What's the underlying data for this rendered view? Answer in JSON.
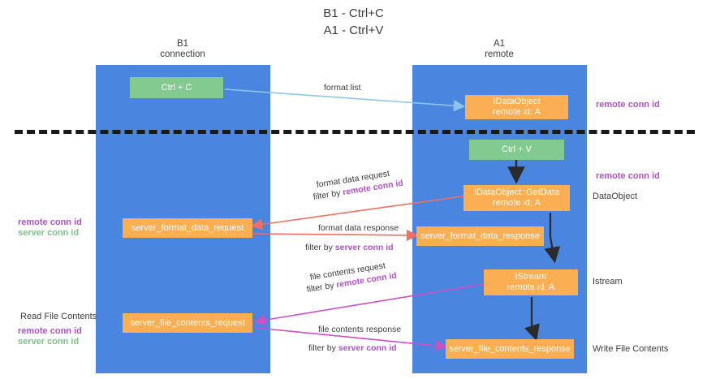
{
  "title": {
    "line1": "B1 - Ctrl+C",
    "line2": "A1 - Ctrl+V"
  },
  "columns": [
    {
      "name": "B1",
      "role": "connection"
    },
    {
      "name": "A1",
      "role": "remote"
    }
  ],
  "colors": {
    "lane": "#4a86df",
    "green_node": "#82ca8f",
    "orange_node": "#fbae52",
    "purple_tag": "#b050c8",
    "green_tag": "#7dc08c",
    "divider": "#1a1a1a",
    "arrow_blue": "#8fc4ea",
    "arrow_red": "#ee6f63",
    "arrow_magenta": "#cc4fc6",
    "arrow_dark": "#2b2b2b"
  },
  "nodes": {
    "ctrl_c": "Ctrl + C",
    "ctrl_v": "Ctrl + V",
    "idataobject": {
      "title": "IDataObject",
      "sub": "remote id: A"
    },
    "getdata": {
      "title": "IDataObject::GetData",
      "sub": "remote id: A"
    },
    "istream": {
      "title": "IStream",
      "sub": "remote id: A"
    },
    "server_format_data_request": "server_format_data_request",
    "server_format_data_response": "server_format_data_response",
    "server_file_contents_request": "server_file_contents_request",
    "server_file_contents_response": "server_file_contents_response"
  },
  "side_labels": {
    "right_remote_conn_1": "remote conn id",
    "right_remote_conn_2": "remote conn id",
    "right_dataobject": "DataObject",
    "right_istream": "Istream",
    "right_write_file": "Write File Contents",
    "left_remote_conn": "remote conn id",
    "left_server_conn": "server conn id",
    "left_read_file": "Read File Contents",
    "left_remote_conn_2": "remote conn id",
    "left_server_conn_2": "server conn id"
  },
  "edges": {
    "format_list": "format list",
    "format_data_request": "format data request",
    "filter_by_remote_1_prefix": "filter by ",
    "filter_by_remote_1_value": "remote conn id",
    "format_data_response": "format data response",
    "filter_by_server_1_prefix": "filter by ",
    "filter_by_server_1_value": "server conn id",
    "file_contents_request": "file contents request",
    "filter_by_remote_2_prefix": "filter by ",
    "filter_by_remote_2_value": "remote conn id",
    "file_contents_response": "file contents response",
    "filter_by_server_2_prefix": "filter by ",
    "filter_by_server_2_value": "server conn id"
  }
}
